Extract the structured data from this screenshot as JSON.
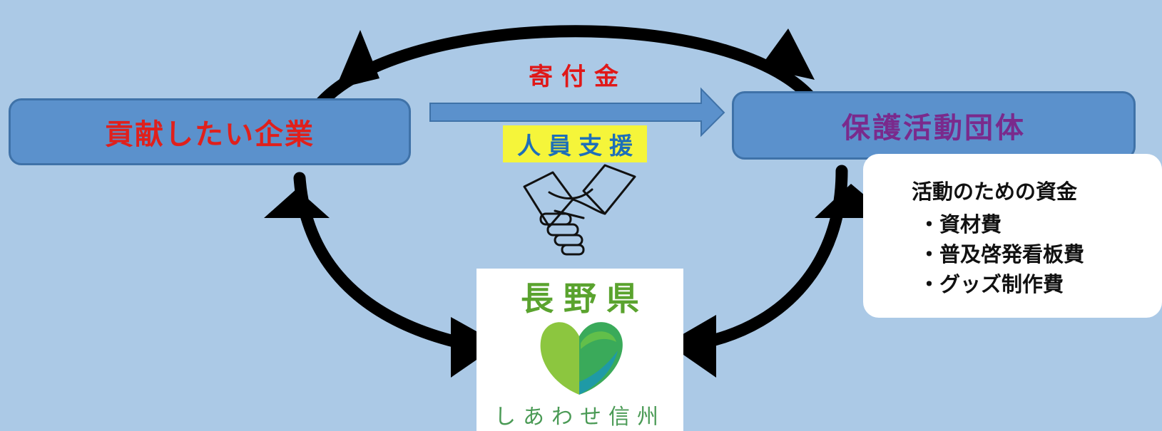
{
  "entities": {
    "company": "貢献したい企業",
    "group": "保護活動団体",
    "prefecture": "長野県"
  },
  "flows": {
    "donation": "寄付金",
    "staff_support": "人員支援"
  },
  "funds": {
    "title": "活動のための資金",
    "items": [
      "・資材費",
      "・普及啓発看板費",
      "・グッズ制作費"
    ]
  },
  "logo": {
    "slogan": "しあわせ信州",
    "icon": "heart-logo-icon"
  },
  "icons": [
    "handshake-icon",
    "cycle-arrow-icon",
    "flow-arrow-icon"
  ],
  "colors": {
    "background": "#abc9e6",
    "box_fill": "#5b91cc",
    "company_text": "#e0201c",
    "group_text": "#7a2a8c",
    "donation_text": "#e01818",
    "staff_highlight": "#f5f53a",
    "staff_text": "#1e6fb8",
    "prefecture_text": "#5aa32e"
  }
}
